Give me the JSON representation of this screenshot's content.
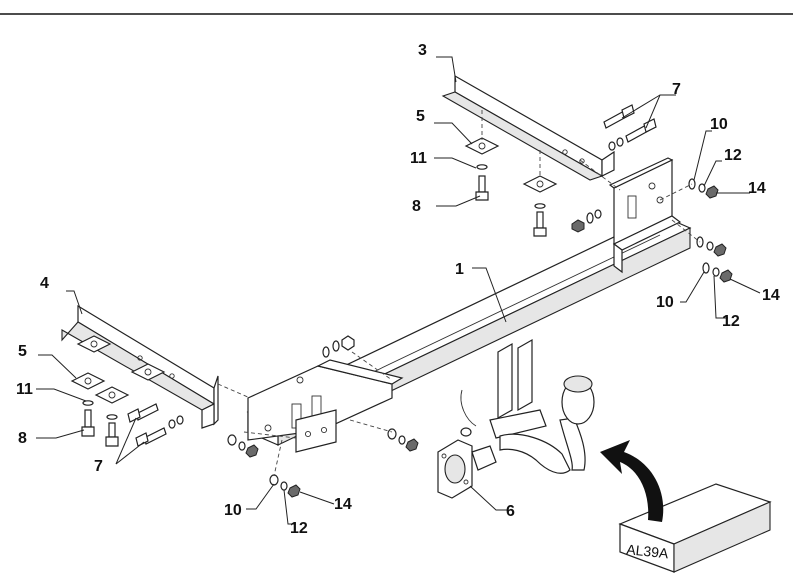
{
  "callouts": [
    {
      "key": "c1",
      "label": "1"
    },
    {
      "key": "c3",
      "label": "3"
    },
    {
      "key": "c4",
      "label": "4"
    },
    {
      "key": "c5a",
      "label": "5"
    },
    {
      "key": "c5b",
      "label": "5"
    },
    {
      "key": "c6",
      "label": "6"
    },
    {
      "key": "c7a",
      "label": "7"
    },
    {
      "key": "c7b",
      "label": "7"
    },
    {
      "key": "c8a",
      "label": "8"
    },
    {
      "key": "c8b",
      "label": "8"
    },
    {
      "key": "c10a",
      "label": "10"
    },
    {
      "key": "c10b",
      "label": "10"
    },
    {
      "key": "c10c",
      "label": "10"
    },
    {
      "key": "c11a",
      "label": "11"
    },
    {
      "key": "c11b",
      "label": "11"
    },
    {
      "key": "c12a",
      "label": "12"
    },
    {
      "key": "c12b",
      "label": "12"
    },
    {
      "key": "c12c",
      "label": "12"
    },
    {
      "key": "c14a",
      "label": "14"
    },
    {
      "key": "c14b",
      "label": "14"
    },
    {
      "key": "c14c",
      "label": "14"
    }
  ],
  "box_label": "AL39A"
}
